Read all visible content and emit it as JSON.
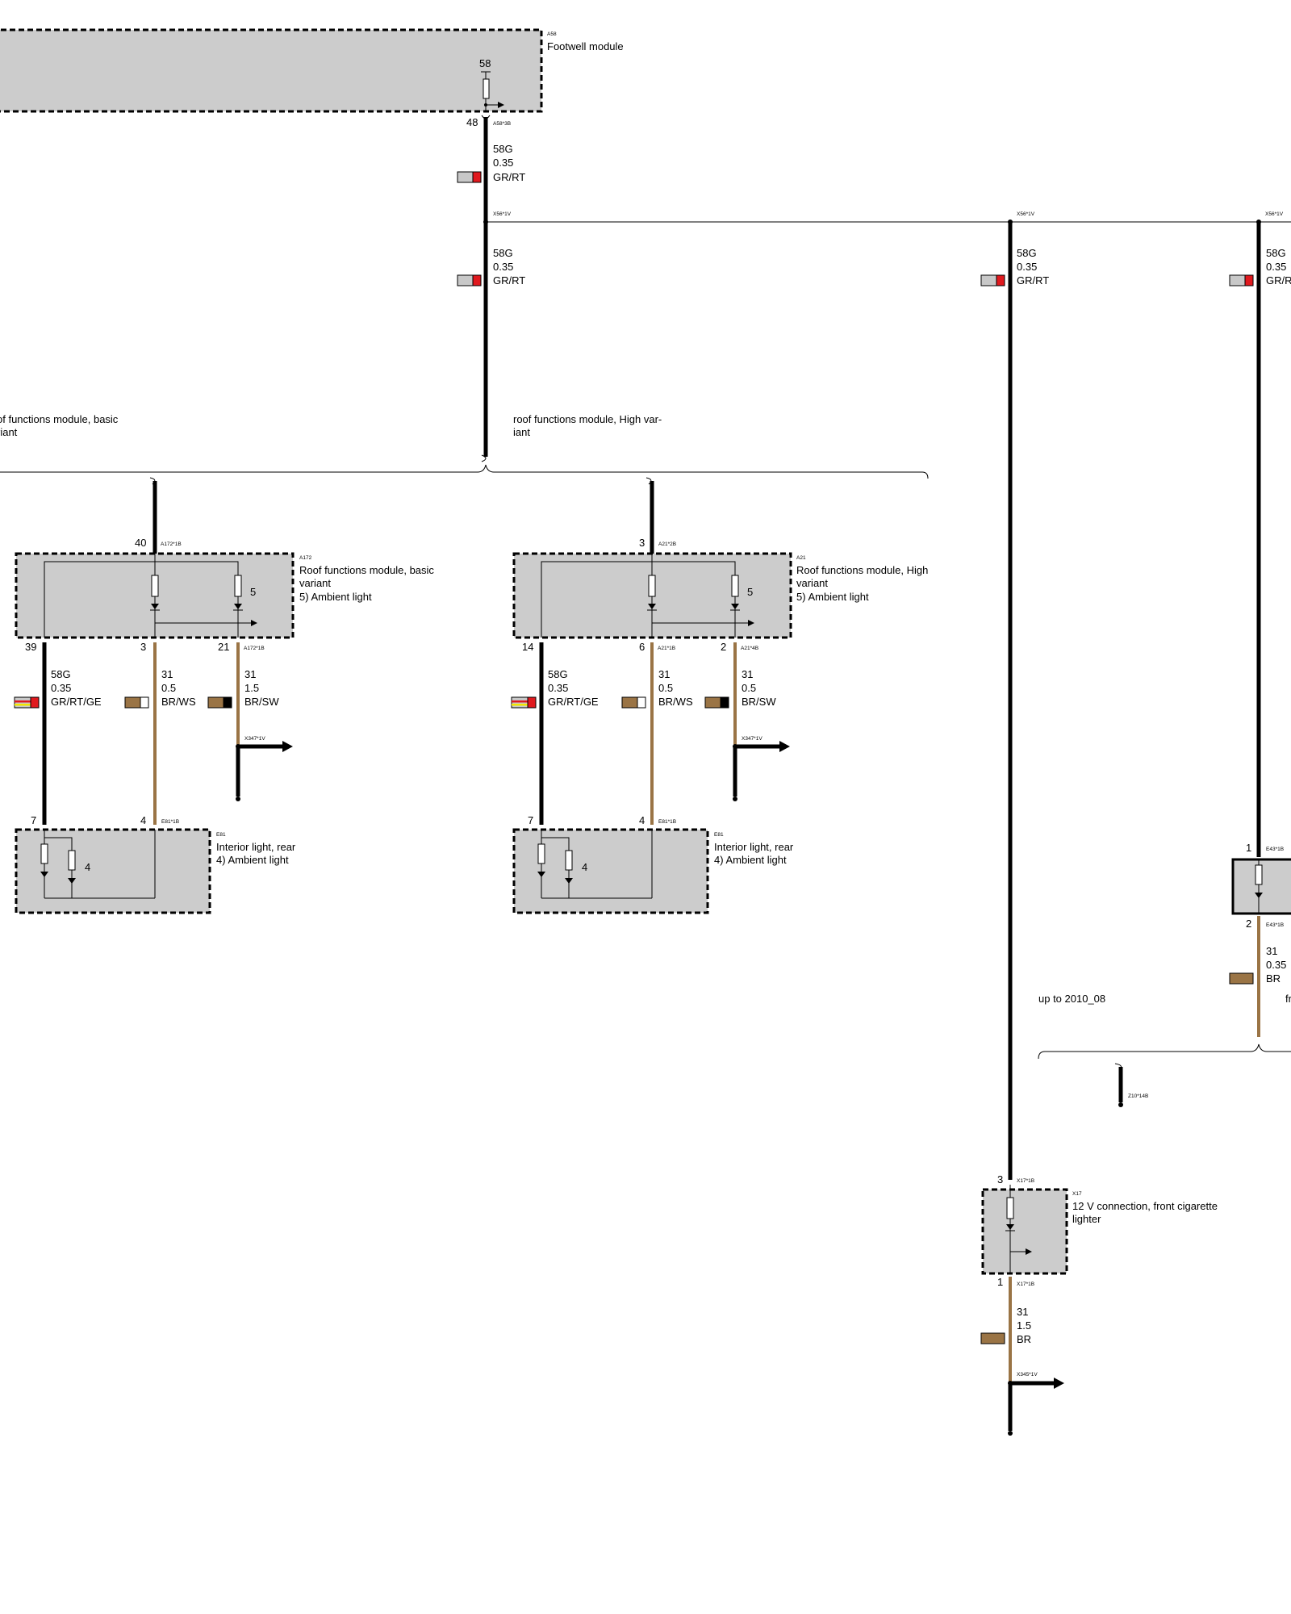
{
  "modules": {
    "a58": {
      "code": "A58",
      "name": "Footwell module",
      "pin_internal": "58",
      "pin_out": "48",
      "conn_out": "A58*3B"
    },
    "a172": {
      "code": "A172",
      "name_line1": "Roof functions module, basic",
      "name_line2": "variant",
      "note": "5)    Ambient light",
      "pin_in": "40",
      "conn_in": "A172*1B",
      "pin_a": "39",
      "pin_b": "3",
      "pin_c": "21",
      "conn_c": "A172*1B",
      "inner_num": "5"
    },
    "a21": {
      "code": "A21",
      "name_line1": "Roof functions module, High",
      "name_line2": "variant",
      "note": "5)    Ambient light",
      "pin_in": "3",
      "conn_in": "A21*2B",
      "pin_a": "14",
      "pin_b": "6",
      "conn_b": "A21*1B",
      "pin_c": "2",
      "conn_c": "A21*4B",
      "inner_num": "5"
    },
    "e81_left": {
      "code": "E81",
      "name": "Interior light, rear",
      "note": "4)    Ambient light",
      "pin_a": "7",
      "pin_b": "4",
      "conn_b": "E81*1B",
      "inner_num": "4"
    },
    "e81_right": {
      "code": "E81",
      "name": "Interior light, rear",
      "note": "4)    Ambient light",
      "pin_a": "7",
      "pin_b": "4",
      "conn_b": "E81*1B",
      "inner_num": "4"
    },
    "x17": {
      "code": "X17",
      "name_line1": "12 V connection, front cigarette",
      "name_line2": "lighter",
      "pin_in": "3",
      "conn_in": "X17*1B",
      "pin_out": "1",
      "conn_out": "X17*1B"
    },
    "e43": {
      "pin_in": "1",
      "conn_in": "E43*1B",
      "pin_out": "2",
      "conn_out": "E43*1B"
    }
  },
  "wires": {
    "a58_out": {
      "signal": "58G",
      "gauge": "0.35",
      "color": "GR/RT"
    },
    "splice_left": {
      "signal": "58G",
      "gauge": "0.35",
      "color": "GR/RT"
    },
    "splice_mid": {
      "signal": "58G",
      "gauge": "0.35",
      "color": "GR/RT"
    },
    "splice_right": {
      "signal": "58G",
      "gauge": "0.35",
      "color": "GR/R"
    },
    "a172_39": {
      "signal": "58G",
      "gauge": "0.35",
      "color": "GR/RT/GE"
    },
    "a172_3": {
      "signal": "31",
      "gauge": "0.5",
      "color": "BR/WS"
    },
    "a172_21": {
      "signal": "31",
      "gauge": "1.5",
      "color": "BR/SW"
    },
    "a21_14": {
      "signal": "58G",
      "gauge": "0.35",
      "color": "GR/RT/GE"
    },
    "a21_6": {
      "signal": "31",
      "gauge": "0.5",
      "color": "BR/WS"
    },
    "a21_2": {
      "signal": "31",
      "gauge": "0.5",
      "color": "BR/SW"
    },
    "e43_out": {
      "signal": "31",
      "gauge": "0.35",
      "color": "BR"
    },
    "x17_out": {
      "signal": "31",
      "gauge": "1.5",
      "color": "BR"
    }
  },
  "connectors": {
    "x56_a": "X56*1V",
    "x56_b": "X56*1V",
    "x56_c": "X56*1V",
    "x347_a": "X347*1V",
    "x347_b": "X347*1V",
    "x345": "X345*1V",
    "z10": "Z10*14B"
  },
  "variants": {
    "basic_line1": "of functions module, basic",
    "basic_line2": "riant",
    "high_line1": "roof functions module, High var-",
    "high_line2": "iant",
    "up_to": "up to 2010_08",
    "from_cut": "fr"
  },
  "colors": {
    "black_wire": "#000000",
    "brown_wire": "#9a7445",
    "module_fill": "#cccccc",
    "red": "#e0191e",
    "grey": "#c8c8c8",
    "yellow": "#f2e600",
    "green": "#3aa635",
    "white": "#ffffff"
  }
}
